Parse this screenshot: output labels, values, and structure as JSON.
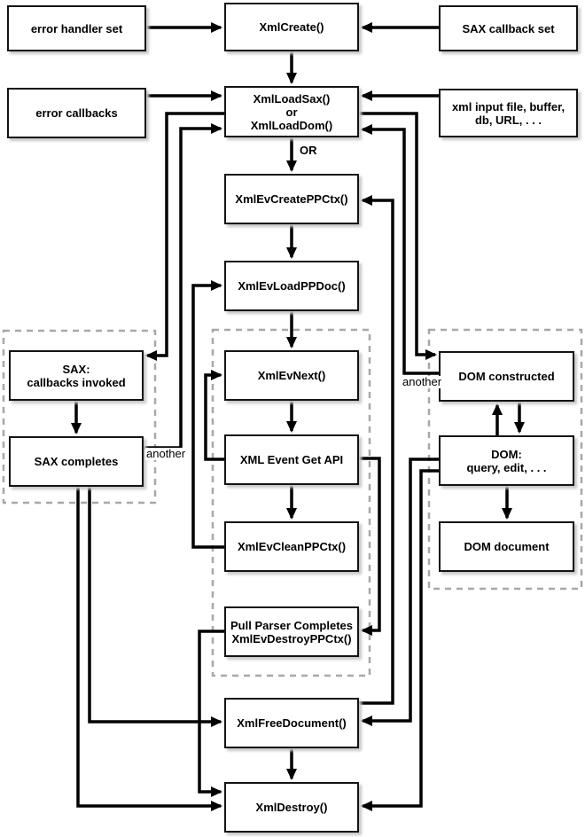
{
  "diagram_title": "XML parsing flow (SAX / DOM / Pull Parser lifecycle)",
  "colors": {
    "line": "#000000",
    "box_border": "#141414",
    "box_fill": "#ffffff",
    "box_shadow": "#c6c6c6",
    "group_dashed_border": "#a8a8a8",
    "text": "#000000"
  },
  "nodes": {
    "error_handler_set": {
      "label": "error handler set"
    },
    "xml_create": {
      "label": "XmlCreate()"
    },
    "sax_callback_set": {
      "label": "SAX callback set"
    },
    "error_callbacks": {
      "label": "error callbacks"
    },
    "xml_load": {
      "lines": [
        "XmlLoadSax()",
        "or",
        "XmlLoadDom()"
      ]
    },
    "xml_input": {
      "lines": [
        "xml input file, buffer,",
        "db, URL, . . ."
      ]
    },
    "ev_create_ppctx": {
      "label": "XmlEvCreatePPCtx()"
    },
    "ev_load_ppdoc": {
      "label": "XmlEvLoadPPDoc()"
    },
    "sax_invoked": {
      "lines": [
        "SAX:",
        "callbacks invoked"
      ]
    },
    "ev_next": {
      "label": "XmlEvNext()"
    },
    "dom_constructed": {
      "label": "DOM constructed"
    },
    "sax_completes": {
      "label": "SAX completes"
    },
    "event_get_api": {
      "label": "XML Event Get API"
    },
    "dom_query": {
      "lines": [
        "DOM:",
        "query, edit, . . ."
      ]
    },
    "ev_clean_ppctx": {
      "label": "XmlEvCleanPPCtx()"
    },
    "dom_document": {
      "label": "DOM document"
    },
    "pull_parser_done": {
      "lines": [
        "Pull Parser Completes",
        "XmlEvDestroyPPCtx()"
      ]
    },
    "free_document": {
      "label": "XmlFreeDocument()"
    },
    "destroy": {
      "label": "XmlDestroy()"
    }
  },
  "labels": {
    "or": "OR",
    "another_left": "another",
    "another_right": "another"
  },
  "edges": [
    {
      "from": "error_handler_set",
      "to": "xml_create"
    },
    {
      "from": "sax_callback_set",
      "to": "xml_create"
    },
    {
      "from": "xml_create",
      "to": "xml_load"
    },
    {
      "from": "error_callbacks",
      "to": "xml_load"
    },
    {
      "from": "xml_input",
      "to": "xml_load"
    },
    {
      "from": "xml_load",
      "to": "ev_create_ppctx",
      "label": "OR"
    },
    {
      "from": "ev_create_ppctx",
      "to": "ev_load_ppdoc"
    },
    {
      "from": "ev_load_ppdoc",
      "to": "ev_next"
    },
    {
      "from": "ev_next",
      "to": "event_get_api"
    },
    {
      "from": "event_get_api",
      "to": "ev_next"
    },
    {
      "from": "event_get_api",
      "to": "ev_clean_ppctx"
    },
    {
      "from": "event_get_api",
      "to": "pull_parser_done"
    },
    {
      "from": "ev_clean_ppctx",
      "to": "ev_load_ppdoc"
    },
    {
      "from": "xml_load",
      "to": "sax_invoked"
    },
    {
      "from": "sax_invoked",
      "to": "sax_completes"
    },
    {
      "from": "sax_completes",
      "to": "xml_load",
      "label": "another"
    },
    {
      "from": "sax_completes",
      "to": "free_document"
    },
    {
      "from": "sax_completes",
      "to": "destroy"
    },
    {
      "from": "xml_load",
      "to": "dom_constructed"
    },
    {
      "from": "dom_constructed",
      "to": "xml_load",
      "label": "another"
    },
    {
      "from": "dom_constructed",
      "to": "dom_query"
    },
    {
      "from": "dom_query",
      "to": "dom_constructed"
    },
    {
      "from": "dom_query",
      "to": "dom_document"
    },
    {
      "from": "dom_query",
      "to": "free_document"
    },
    {
      "from": "dom_query",
      "to": "destroy"
    },
    {
      "from": "pull_parser_done",
      "to": "destroy"
    },
    {
      "from": "free_document",
      "to": "ev_create_ppctx"
    },
    {
      "from": "free_document",
      "to": "destroy"
    }
  ]
}
